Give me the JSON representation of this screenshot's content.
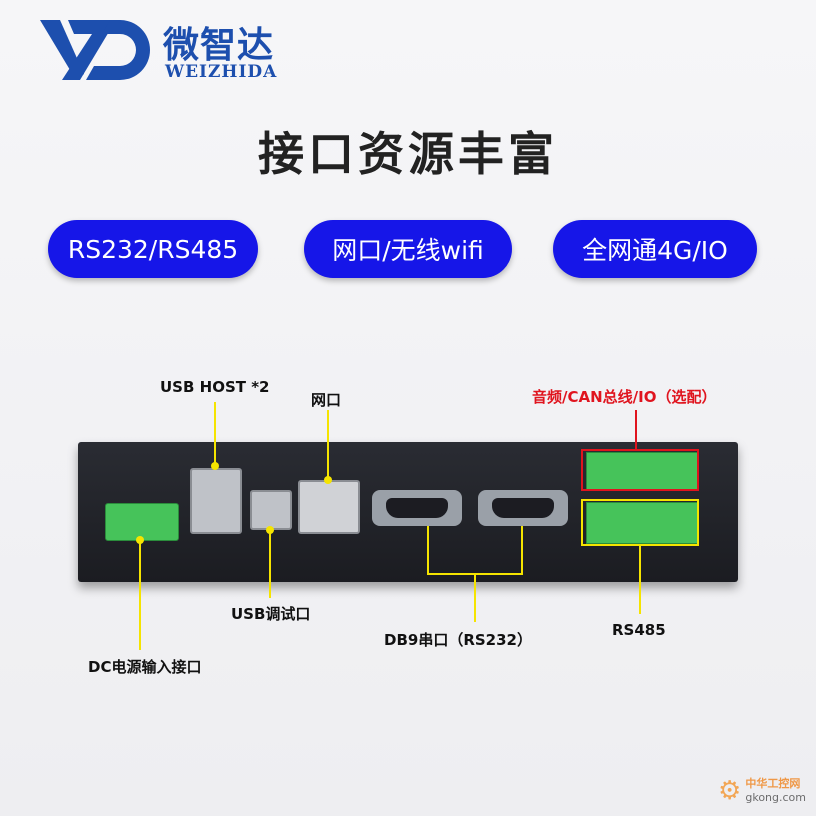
{
  "brand": {
    "logo_mark": "VZD",
    "name_cn": "微智达",
    "name_en": "WEIZHIDA",
    "color": "#1d4fae"
  },
  "title": "接口资源丰富",
  "features": [
    "RS232/RS485",
    "网口/无线wifi",
    "全网通4G/IO"
  ],
  "labels": {
    "usb_host": "USB HOST *2",
    "lan": "网口",
    "optional": "音频/CAN总线/IO（选配）",
    "usb_debug": "USB调试口",
    "dc": "DC电源输入接口",
    "db9": "DB9串口（RS232）",
    "rs485": "RS485"
  },
  "watermark": {
    "cn": "中华工控网",
    "url": "gkong.com"
  },
  "colors": {
    "pill": "#1616e8",
    "callout": "#f5e400",
    "optional_callout": "#e0141e"
  }
}
